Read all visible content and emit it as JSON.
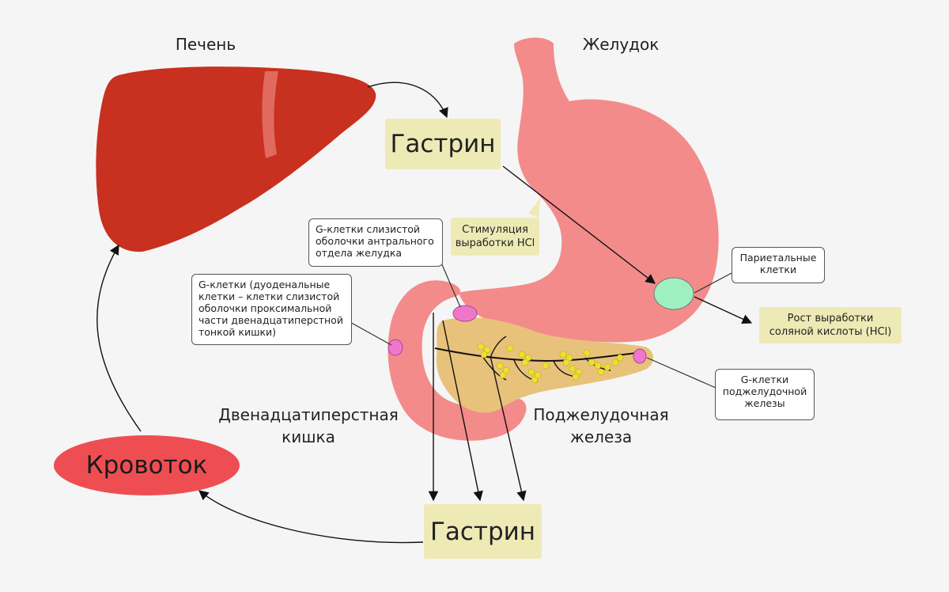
{
  "organs": {
    "liver": "Печень",
    "stomach": "Желудок",
    "duodenum": "Двенадцатиперстная\nкишка",
    "pancreas": "Поджелудочная\nжелеза"
  },
  "gastrin_top": "Гастрин",
  "gastrin_bottom": "Гастрин",
  "bloodstream": "Кровоток",
  "stimulation": "Стимуляция\nвыработки HCl",
  "hcl_growth": "Рост выработки\nсоляной кислоты (HCl)",
  "notes": {
    "g_antral": "G-клетки слизистой\nоболочки антрального\nотдела желудка",
    "g_duodenal": "G-клетки (дуоденальные\nклетки – клетки слизистой\nоболочки проксимальной\nчасти двенадцатиперстной\nтонкой кишки)",
    "parietal": "Париетальные\nклетки",
    "g_pancreas": "G-клетки\nподжелудочной\nжелезы"
  },
  "colors": {
    "liver": "#c8301f",
    "stomach": "#f38b8b",
    "pancreas": "#e8c27a",
    "parietal_cell": "#9ff0c0",
    "g_cell": "#ee77cc",
    "yellow_box": "#eeeab6",
    "bloodstream": "#ee4e52"
  }
}
